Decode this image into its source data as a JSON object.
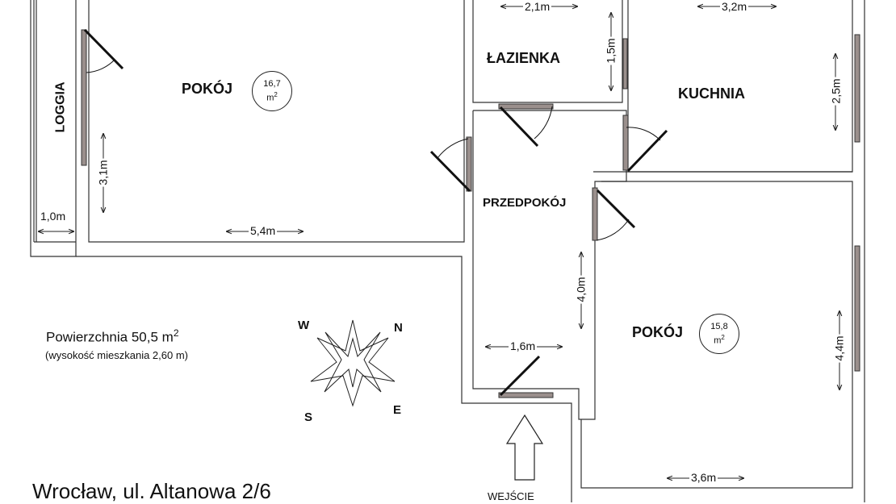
{
  "rooms": {
    "pokoj1": {
      "name": "POKÓJ",
      "area": "16,7",
      "unit": "m",
      "unit_sup": "2",
      "dim_h": "5,4m",
      "dim_v": "3,1m"
    },
    "lazienka": {
      "name": "ŁAZIENKA",
      "dim_h": "2,1m",
      "dim_v": "1,5m"
    },
    "kuchnia": {
      "name": "KUCHNIA",
      "dim_h": "3,2m",
      "dim_v": "2,5m"
    },
    "przedpokoj": {
      "name": "PRZEDPOKÓJ",
      "dim_h": "1,6m",
      "dim_v": "4,0m"
    },
    "pokoj2": {
      "name": "POKÓJ",
      "area": "15,8",
      "unit": "m",
      "unit_sup": "2",
      "dim_h": "3,6m",
      "dim_v": "4,4m"
    },
    "loggia": {
      "name": "LOGGIA",
      "dim_h": "1,0m"
    }
  },
  "summary": {
    "area_label": "Powierzchnia 50,5 m",
    "area_sup": "2",
    "height_note": "(wysokość mieszkania 2,60 m)"
  },
  "compass": {
    "n": "N",
    "s": "S",
    "e": "E",
    "w": "W"
  },
  "entrance": "WEJŚCIE",
  "address": "Wrocław, ul. Altanowa 2/6",
  "colors": {
    "wall": "#333333",
    "door": "#222222",
    "window": "#9a8f8c",
    "background": "#ffffff"
  }
}
